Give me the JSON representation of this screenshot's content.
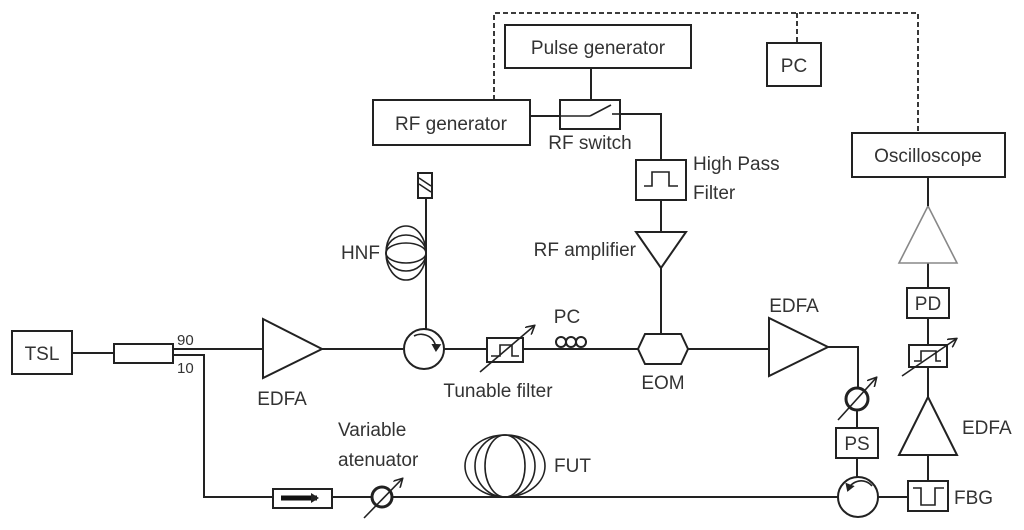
{
  "diagram": {
    "type": "optical-setup-schematic",
    "components": {
      "tsl": "TSL",
      "coupler_port_90": "90",
      "coupler_port_10": "10",
      "edfa_1": "EDFA",
      "hnf": "HNF",
      "tunable_filter": "Tunable filter",
      "pc_polarization": "PC",
      "eom": "EOM",
      "edfa_2": "EDFA",
      "pulse_generator": "Pulse generator",
      "rf_generator": "RF generator",
      "rf_switch": "RF switch",
      "pc_computer": "PC",
      "high_pass_filter_line1": "High Pass",
      "high_pass_filter_line2": "Filter",
      "rf_amplifier": "RF amplifier",
      "oscilloscope": "Oscilloscope",
      "pd": "PD",
      "edfa_3": "EDFA",
      "fbg": "FBG",
      "ps": "PS",
      "variable_attenuator_line1": "Variable",
      "variable_attenuator_line2": "atenuator",
      "fut": "FUT"
    }
  }
}
